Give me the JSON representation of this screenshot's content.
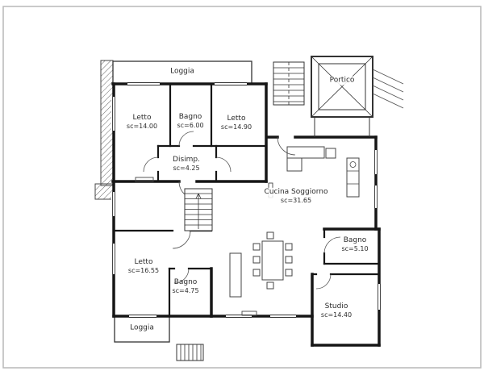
{
  "document": {
    "type": "architectural-floor-plan"
  },
  "rooms": [
    {
      "id": "loggia-top",
      "name": "Loggia",
      "area": ""
    },
    {
      "id": "letto-1",
      "name": "Letto",
      "area": "sc=14.00"
    },
    {
      "id": "bagno-1",
      "name": "Bagno",
      "area": "sc=6.00"
    },
    {
      "id": "letto-2",
      "name": "Letto",
      "area": "sc=14.90"
    },
    {
      "id": "disimp",
      "name": "Disimp.",
      "area": "sc=4.25"
    },
    {
      "id": "portico",
      "name": "Portico",
      "area": ""
    },
    {
      "id": "cucina-soggiorno",
      "name": "Cucina Soggiorno",
      "area": "sc=31.65"
    },
    {
      "id": "bagno-2",
      "name": "Bagno",
      "area": "sc=5.10"
    },
    {
      "id": "letto-3",
      "name": "Letto",
      "area": "sc=16.55"
    },
    {
      "id": "bagno-3",
      "name": "Bagno",
      "area": "sc=4.75"
    },
    {
      "id": "studio",
      "name": "Studio",
      "area": "sc=14.40"
    },
    {
      "id": "loggia-bottom",
      "name": "Loggia",
      "area": ""
    }
  ],
  "colors": {
    "wall": "#161616",
    "thin_line": "#333333",
    "furniture": "#444444",
    "scan_border": "#b9b9b9",
    "background": "#ffffff"
  }
}
